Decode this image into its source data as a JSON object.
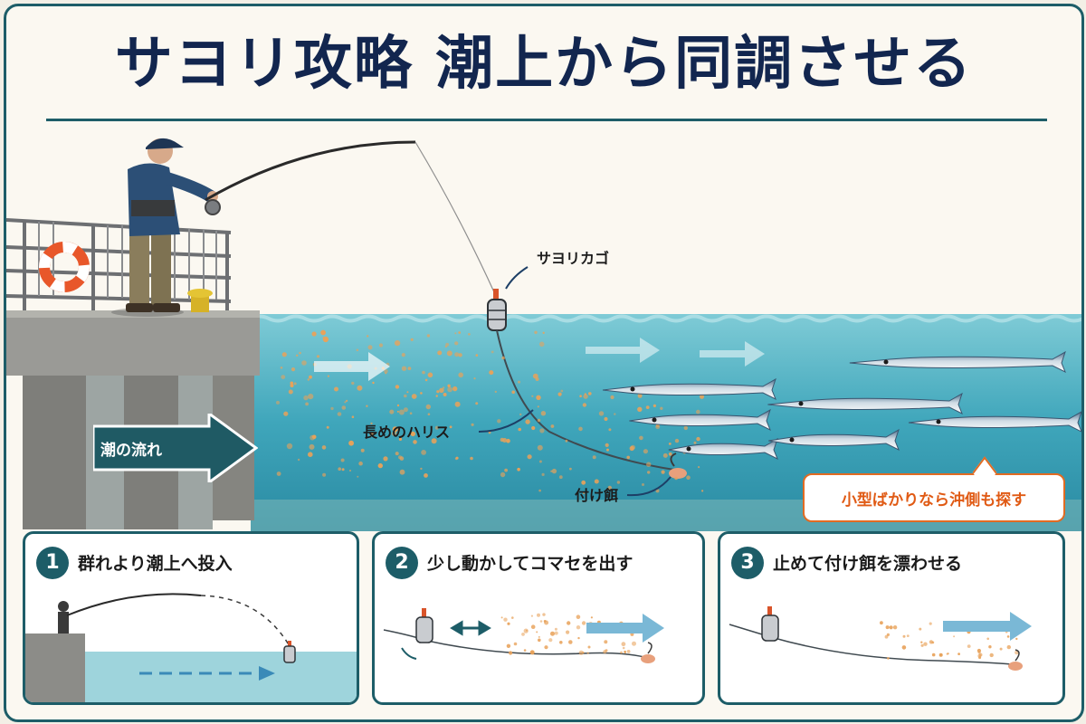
{
  "title": "サヨリ攻略 潮上から同調させる",
  "labels": {
    "sayori_kago": "サヨリカゴ",
    "long_harisu": "長めのハリス",
    "tsukeesa": "付け餌",
    "tide_flow": "潮の流れ"
  },
  "callout": "小型ばかりなら沖側も探す",
  "steps": [
    {
      "number": "1",
      "title": "群れより潮上へ投入"
    },
    {
      "number": "2",
      "title": "少し動かしてコマセを出す"
    },
    {
      "number": "3",
      "title": "止めて付け餌を漂わせる"
    }
  ],
  "colors": {
    "frame": "#1d5d68",
    "title": "#12264f",
    "water": "#4fb3c4",
    "callout": "#e26b22",
    "bait": "#e8a25a"
  },
  "icons": {
    "fisherman": "angler-figure",
    "float": "feeder-cage-icon",
    "fish": "halfbeak-fish",
    "arrow": "current-arrow"
  }
}
